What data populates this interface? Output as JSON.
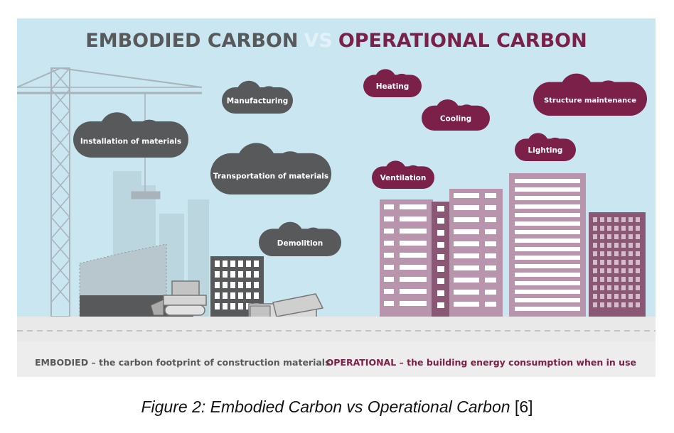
{
  "title": {
    "left": "EMBODIED CARBON",
    "vs": "VS",
    "right": "OPERATIONAL CARBON"
  },
  "embodied_clouds": [
    "Manufacturing",
    "Installation of materials",
    "Transportation of materials",
    "Demolition"
  ],
  "operational_clouds": [
    "Heating",
    "Cooling",
    "Structure maintenance",
    "Lighting",
    "Ventilation"
  ],
  "footer": {
    "embodied_label": "EMBODIED",
    "embodied_text": " – the carbon footprint of construction materials",
    "operational_label": "OPERATIONAL",
    "operational_text": " – the building energy consumption when in use"
  },
  "caption": {
    "italic": "Figure 2: Embodied Carbon vs Operational Carbon",
    "ref": " [6]"
  },
  "colors": {
    "sky": "#c9e6f1",
    "embodied_cloud": "#58595b",
    "operational_cloud": "#7b2048",
    "title_embodied": "#58595b",
    "title_vs": "#e3f2f8",
    "title_operational": "#7b2048",
    "building_pink": "#b995ad",
    "building_dark": "#8a5874",
    "ground": "#e9e9e9",
    "footer_bg": "#ededed"
  }
}
